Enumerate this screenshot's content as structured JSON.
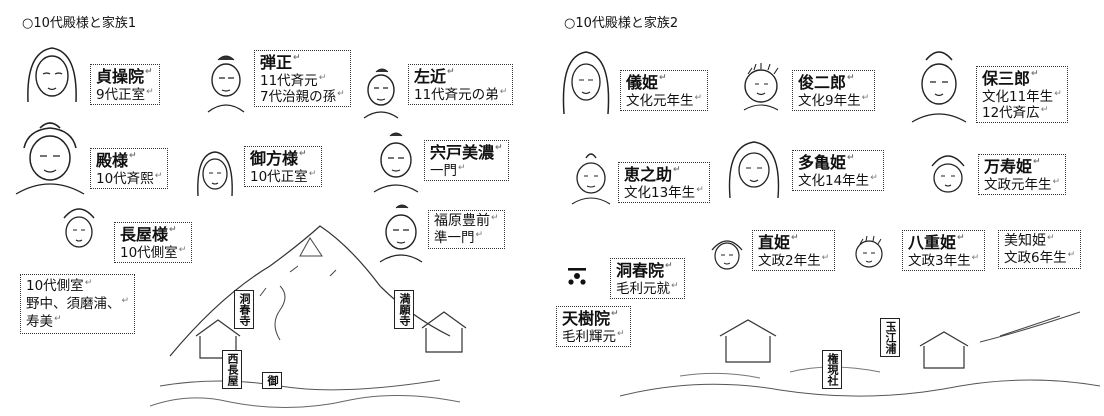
{
  "panel_left": {
    "title": "○10代殿様と家族1",
    "people": [
      {
        "name": "貞操院",
        "sub": "9代正室"
      },
      {
        "name": "弾正",
        "sub": "11代斉元",
        "sub2": "7代治親の孫"
      },
      {
        "name": "左近",
        "sub": "11代斉元の弟"
      },
      {
        "name": "殿様",
        "sub": "10代斉熙"
      },
      {
        "name": "御方様",
        "sub": "10代正室"
      },
      {
        "name": "宍戸美濃",
        "sub": "一門"
      },
      {
        "name": "長屋様",
        "sub": "10代側室"
      },
      {
        "name": "福原豊前",
        "sub": "準一門"
      }
    ],
    "note": {
      "line1": "10代側室",
      "line2": "野中、須磨浦、",
      "line3": "寿美"
    },
    "map_labels": {
      "temple1": "洞春寺",
      "temple2": "満願寺",
      "hall": "西長屋",
      "gate": "御"
    }
  },
  "panel_right": {
    "title": "○10代殿様と家族2",
    "people": [
      {
        "name": "儀姫",
        "sub": "文化元年生"
      },
      {
        "name": "俊二郎",
        "sub": "文化9年生"
      },
      {
        "name": "保三郎",
        "sub": "文化11年生",
        "sub2": "12代斉広"
      },
      {
        "name": "恵之助",
        "sub": "文化13年生"
      },
      {
        "name": "多亀姫",
        "sub": "文化14年生"
      },
      {
        "name": "万寿姫",
        "sub": "文政元年生"
      },
      {
        "name": "直姫",
        "sub": "文政2年生"
      },
      {
        "name": "八重姫",
        "sub": "文政3年生"
      },
      {
        "name": "美知姫",
        "sub": "文政6年生"
      },
      {
        "name": "洞春院",
        "sub": "毛利元就"
      },
      {
        "name": "天樹院",
        "sub": "毛利輝元"
      }
    ],
    "map_labels": {
      "shrine1": "玉江浦",
      "shrine2": "権現社"
    }
  },
  "return_mark": "↵"
}
